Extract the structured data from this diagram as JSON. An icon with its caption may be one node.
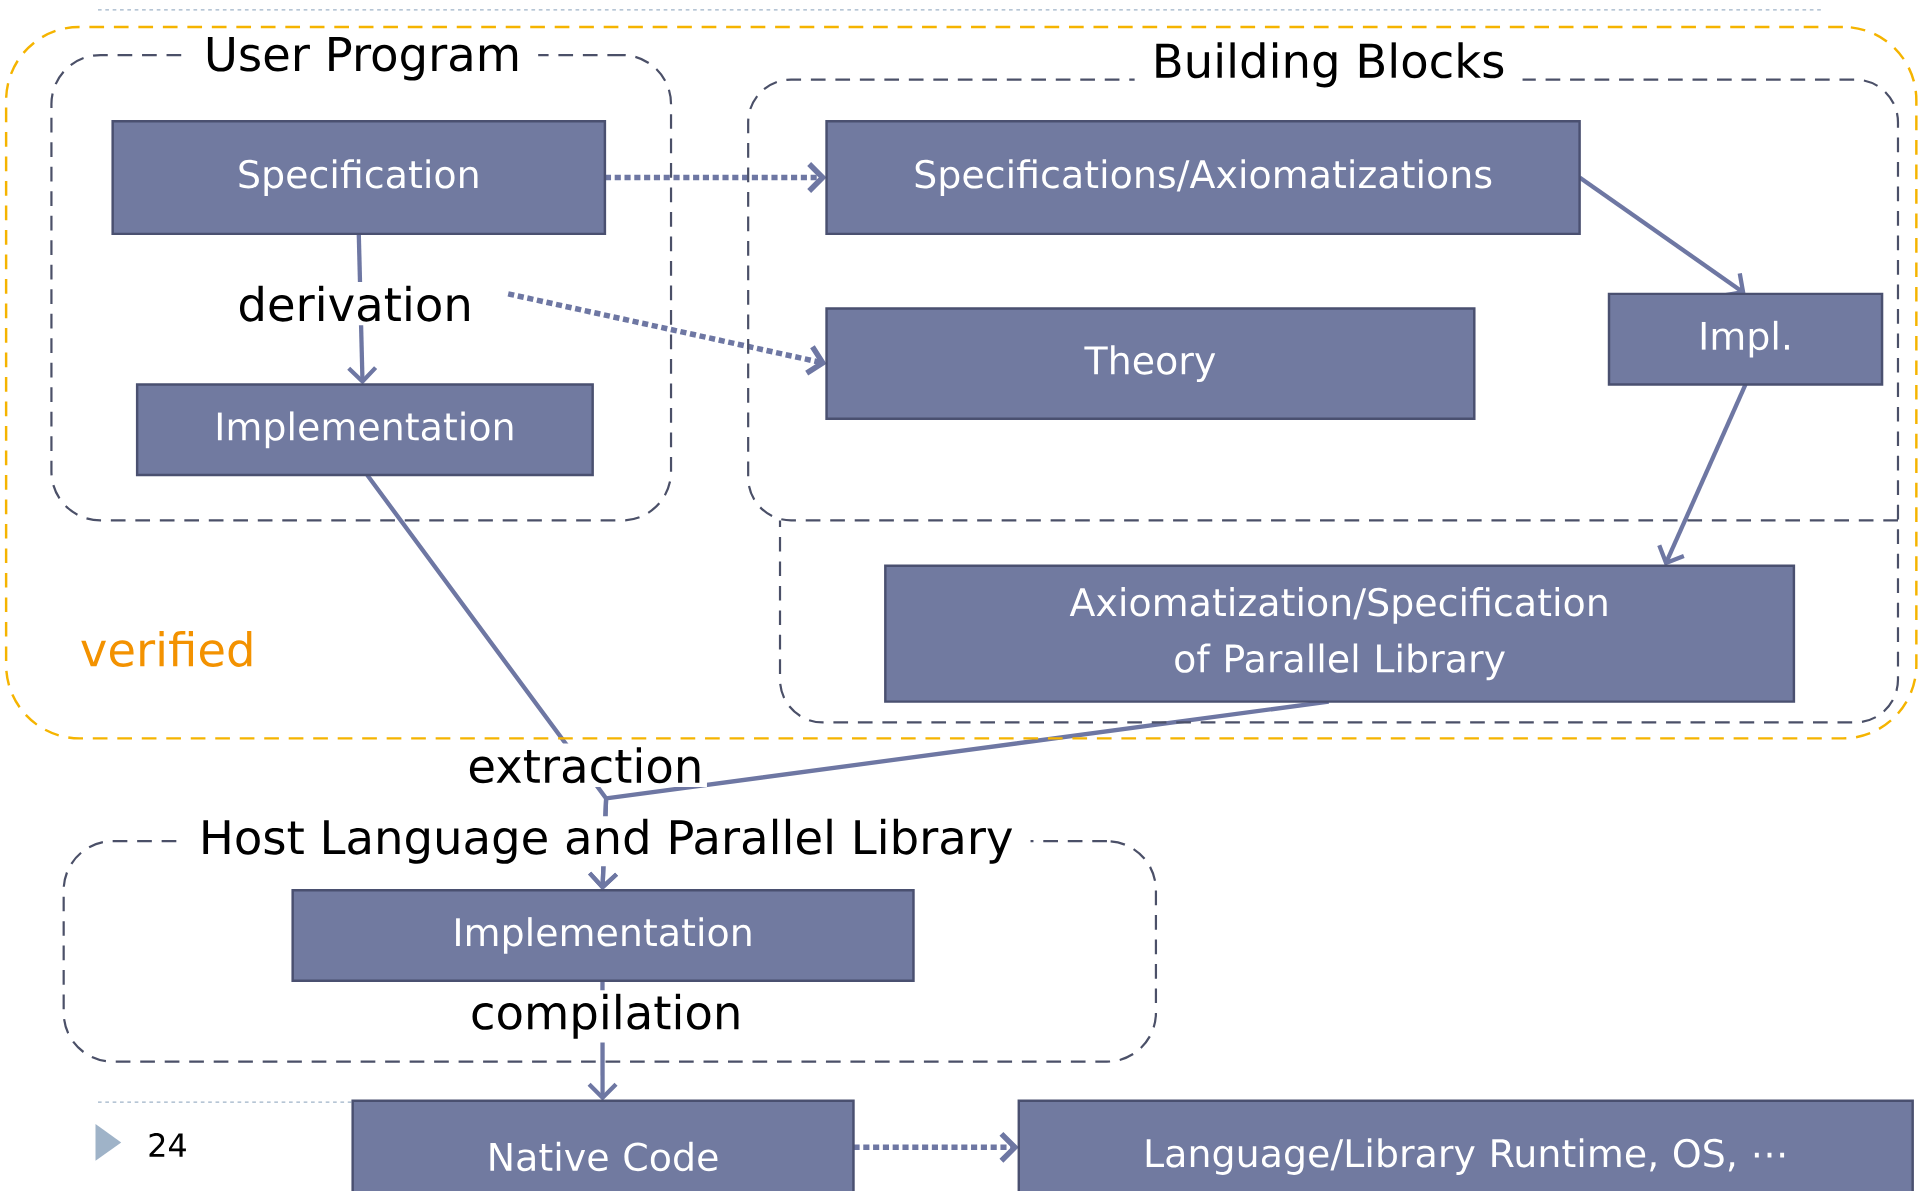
{
  "diagram": {
    "nodes": [
      {
        "text": [
          "verified"
        ]
      },
      {
        "text": [
          "User Program"
        ],
        "in": 0
      },
      {
        "text": [
          "Specification"
        ],
        "in": 1
      },
      {
        "text": [
          "Implementation"
        ],
        "in": 1
      },
      {
        "text": [
          "Building Blocks"
        ],
        "in": 0
      },
      {
        "text": [
          "Specifications/Axiomatizations"
        ],
        "in": 4
      },
      {
        "text": [
          "Theory"
        ],
        "in": 4
      },
      {
        "text": [
          "Impl."
        ],
        "in": 4
      },
      {
        "text": [
          "Axiomatization/Specification of Parallel Library"
        ],
        "in": 4
      },
      {
        "text": [
          "Host Language and Parallel Library"
        ]
      },
      {
        "text": [
          "Implementation"
        ],
        "in": 9
      },
      {
        "text": [
          "Native Code"
        ]
      },
      {
        "text": [
          "Language/Library Runtime, OS, ⋯"
        ]
      }
    ],
    "edges": [
      {
        "from": 2,
        "to": 5,
        "arrow": "to",
        "style": "dashed"
      },
      {
        "from": 2,
        "to": 3,
        "arrow": "to",
        "label": "derivation"
      },
      {
        "from": null,
        "to": 6,
        "arrow": "to",
        "style": "dashed"
      },
      {
        "from": 5,
        "to": 7,
        "arrow": "to"
      },
      {
        "from": 7,
        "to": 8,
        "arrow": "to"
      },
      {
        "from": 3,
        "to": 10,
        "arrow": "to",
        "label": "extraction"
      },
      {
        "from": 8,
        "to": 10,
        "arrow": "to"
      },
      {
        "from": 10,
        "to": 11,
        "arrow": "to",
        "label": "compilation"
      },
      {
        "from": 11,
        "to": 12,
        "arrow": "to",
        "style": "dashed"
      }
    ],
    "labels": [
      "24"
    ]
  }
}
